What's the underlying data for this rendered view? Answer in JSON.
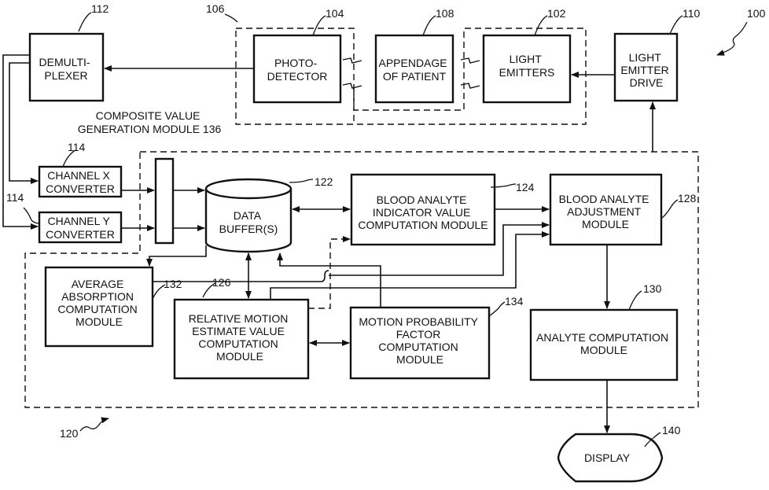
{
  "figure": {
    "blocks": {
      "demux": {
        "lines": [
          "DEMULTI-",
          "PLEXER"
        ],
        "ref": "112"
      },
      "photo": {
        "lines": [
          "PHOTO-",
          "DETECTOR"
        ],
        "ref": "104"
      },
      "appendage": {
        "lines": [
          "APPENDAGE",
          "OF PATIENT"
        ],
        "ref": "108"
      },
      "emitters": {
        "lines": [
          "LIGHT",
          "EMITTERS"
        ],
        "ref": "102"
      },
      "drive": {
        "lines": [
          "LIGHT",
          "EMITTER",
          "DRIVE"
        ],
        "ref": "110"
      },
      "chx": {
        "lines": [
          "CHANNEL X",
          "CONVERTER"
        ],
        "ref": "114"
      },
      "chy": {
        "lines": [
          "CHANNEL Y",
          "CONVERTER"
        ],
        "ref": "114"
      },
      "composite": {
        "lines": [
          "COMPOSITE VALUE",
          "GENERATION MODULE 136"
        ]
      },
      "buffer": {
        "lines": [
          "DATA",
          "BUFFER(S)"
        ],
        "ref": "122"
      },
      "indicator": {
        "lines": [
          "BLOOD ANALYTE",
          "INDICATOR VALUE",
          "COMPUTATION MODULE"
        ],
        "ref": "124"
      },
      "adjust": {
        "lines": [
          "BLOOD ANALYTE",
          "ADJUSTMENT",
          "MODULE"
        ],
        "ref": "128"
      },
      "avgabs": {
        "lines": [
          "AVERAGE",
          "ABSORPTION",
          "COMPUTATION",
          "MODULE"
        ],
        "ref": "132"
      },
      "relmotion": {
        "lines": [
          "RELATIVE MOTION",
          "ESTIMATE VALUE",
          "COMPUTATION",
          "MODULE"
        ],
        "ref": "126"
      },
      "motionprob": {
        "lines": [
          "MOTION PROBABILITY",
          "FACTOR",
          "COMPUTATION",
          "MODULE"
        ],
        "ref": "134"
      },
      "analyte": {
        "lines": [
          "ANALYTE COMPUTATION",
          "MODULE"
        ],
        "ref": "130"
      },
      "display": {
        "lines": [
          "DISPLAY"
        ],
        "ref": "140"
      }
    },
    "refs": {
      "probe_group": "106",
      "system": "100",
      "processor_group": "120"
    }
  }
}
